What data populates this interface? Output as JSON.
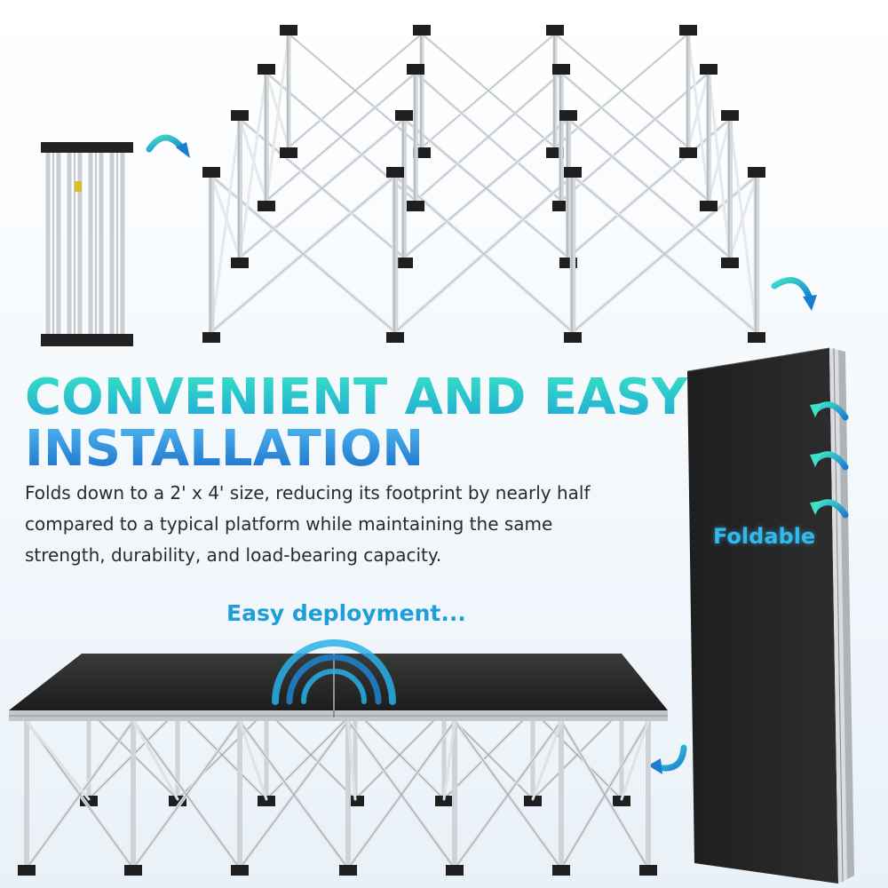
{
  "headline": {
    "line1": "CONVENIENT AND EASY",
    "line2": "INSTALLATION"
  },
  "description": "Folds down to a 2' x 4' size, reducing its footprint by nearly half compared to a typical platform while maintaining the same strength, durability, and load-bearing capacity.",
  "labels": {
    "deploy": "Easy deployment...",
    "foldable": "Foldable"
  },
  "colors": {
    "accent_teal": "#37e0c4",
    "accent_blue": "#1fa7d6",
    "frame_silver": "#d6dadf",
    "deck_black": "#2a2a2a"
  },
  "icons": [
    "curved-arrow-icon",
    "rotate-arrow-icon"
  ]
}
